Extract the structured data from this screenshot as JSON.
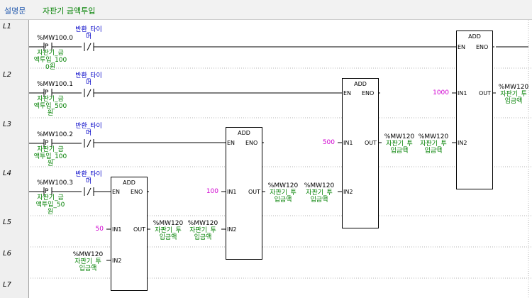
{
  "header": {
    "label": "설명문",
    "comment": "자판기 금액투입"
  },
  "rungs": [
    "L1",
    "L2",
    "L3",
    "L4",
    "L5",
    "L6",
    "L7"
  ],
  "contacts": [
    {
      "addr": "%MW100.0",
      "p_symbol": "P",
      "n_symbol": "/",
      "p_comment": "자판기_금\n액투입_100\n0원",
      "n_comment": "반환_타이\n머"
    },
    {
      "addr": "%MW100.1",
      "p_symbol": "P",
      "n_symbol": "/",
      "p_comment": "자판기_금\n액투입_500\n원",
      "n_comment": "반환_타이\n머"
    },
    {
      "addr": "%MW100.2",
      "p_symbol": "P",
      "n_symbol": "/",
      "p_comment": "자판기_금\n액투입_100\n원",
      "n_comment": "반환_타이\n머"
    },
    {
      "addr": "%MW100.3",
      "p_symbol": "P",
      "n_symbol": "/",
      "p_comment": "자판기_금\n액투입_50\n원",
      "n_comment": "반환_타이\n머"
    }
  ],
  "blocks": [
    {
      "name": "ADD",
      "en": "EN",
      "eno": "ENO",
      "in1": "IN1",
      "in2": "IN2",
      "out": "OUT",
      "in1_value": "1000",
      "in2_addr": "%MW120",
      "in2_comment": "자판기_투\n입금액",
      "out_addr": "%MW120",
      "out_comment": "자판기_투\n입금액"
    },
    {
      "name": "ADD",
      "en": "EN",
      "eno": "ENO",
      "in1": "IN1",
      "in2": "IN2",
      "out": "OUT",
      "in1_value": "500",
      "in2_addr": "%MW120",
      "in2_comment": "자판기_투\n입금액",
      "out_addr": "%MW120",
      "out_comment": "자판기_투\n입금액"
    },
    {
      "name": "ADD",
      "en": "EN",
      "eno": "ENO",
      "in1": "IN1",
      "in2": "IN2",
      "out": "OUT",
      "in1_value": "100",
      "in2_addr": "%MW120",
      "in2_comment": "자판기_투\n입금액",
      "out_addr": "%MW120",
      "out_comment": "자판기_투\n입금액"
    },
    {
      "name": "ADD",
      "en": "EN",
      "eno": "ENO",
      "in1": "IN1",
      "in2": "IN2",
      "out": "OUT",
      "in1_value": "50",
      "in2_addr": "%MW120",
      "in2_comment": "자판기_투\n입금액",
      "out_addr": "%MW120",
      "out_comment": "자판기_투\n입금액"
    }
  ]
}
